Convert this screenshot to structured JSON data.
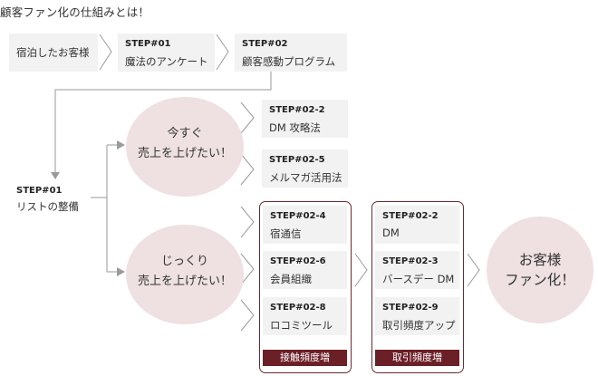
{
  "title": "顧客ファン化の仕組みとは！",
  "top_row": [
    {
      "step": "",
      "label": "宿泊したお客様"
    },
    {
      "step": "STEP#01",
      "label": "魔法のアンケート"
    },
    {
      "step": "STEP#02",
      "label": "顧客感動プログラム"
    }
  ],
  "list_step": {
    "step": "STEP#01",
    "label": "リストの整備"
  },
  "circles": [
    {
      "line1": "今すぐ",
      "line2": "売上を上げたい！"
    },
    {
      "line1": "じっくり",
      "line2": "売上を上げたい！"
    }
  ],
  "upper_steps": [
    {
      "step": "STEP#02-2",
      "label": "DM 攻略法"
    },
    {
      "step": "STEP#02-5",
      "label": "メルマガ活用法"
    }
  ],
  "contact_group": {
    "items": [
      {
        "step": "STEP#02-4",
        "label": "宿通信"
      },
      {
        "step": "STEP#02-6",
        "label": "会員組織"
      },
      {
        "step": "STEP#02-8",
        "label": "ロコミツール"
      }
    ],
    "footer": "接触頻度増"
  },
  "trade_group": {
    "items": [
      {
        "step": "STEP#02-2",
        "label": "DM"
      },
      {
        "step": "STEP#02-3",
        "label": "バースデー DM"
      },
      {
        "step": "STEP#02-9",
        "label": "取引頻度アップ"
      }
    ],
    "footer": "取引頻度増"
  },
  "result": {
    "line1": "お客様",
    "line2": "ファン化！"
  },
  "colors": {
    "accent": "#6b1f26",
    "circle": "#efe0e2",
    "box": "#f2f2f2",
    "line": "#9a9a9a"
  }
}
